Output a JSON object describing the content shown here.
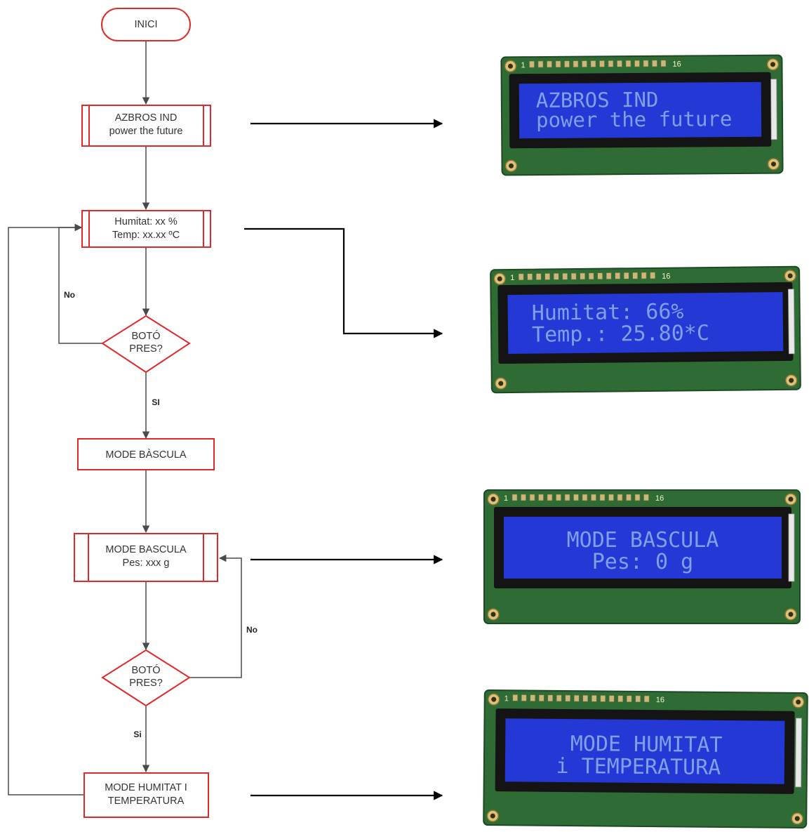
{
  "flowchart": {
    "start": "INICI",
    "splash": [
      "AZBROS IND",
      "power the future"
    ],
    "readout": [
      "Humitat: xx %",
      "Temp: xx.xx ºC"
    ],
    "decision1": [
      "BOTÓ",
      "PRES?"
    ],
    "decision2": [
      "BOTÓ",
      "PRES?"
    ],
    "mode_scale": "MODE BÀSCULA",
    "scale_display": [
      "MODE BASCULA",
      "Pes: xxx g"
    ],
    "mode_humidity": [
      "MODE HUMITAT I",
      "TEMPERATURA"
    ],
    "labels": {
      "no1": "No",
      "si1": "SI",
      "no2": "No",
      "si2": "Si"
    }
  },
  "lcd_panels": [
    {
      "line1": "AZBROS IND",
      "line2": "power the future",
      "pin_label_start": "1",
      "pin_label_end": "16"
    },
    {
      "line1": "Humitat: 66%",
      "line2": "Temp.: 25.80*C",
      "pin_label_start": "1",
      "pin_label_end": "16"
    },
    {
      "line1": "MODE BASCULA",
      "line2": "Pes: 0 g",
      "pin_label_start": "1",
      "pin_label_end": "16"
    },
    {
      "line1": "MODE HUMITAT",
      "line2": "i TEMPERATURA",
      "pin_label_start": "1",
      "pin_label_end": "16"
    }
  ],
  "colors": {
    "node_border": "#e02a2a",
    "pcb_green": "#2f6b34",
    "lcd_blue": "#2438d6",
    "lcd_text": "#7f9fe8"
  }
}
